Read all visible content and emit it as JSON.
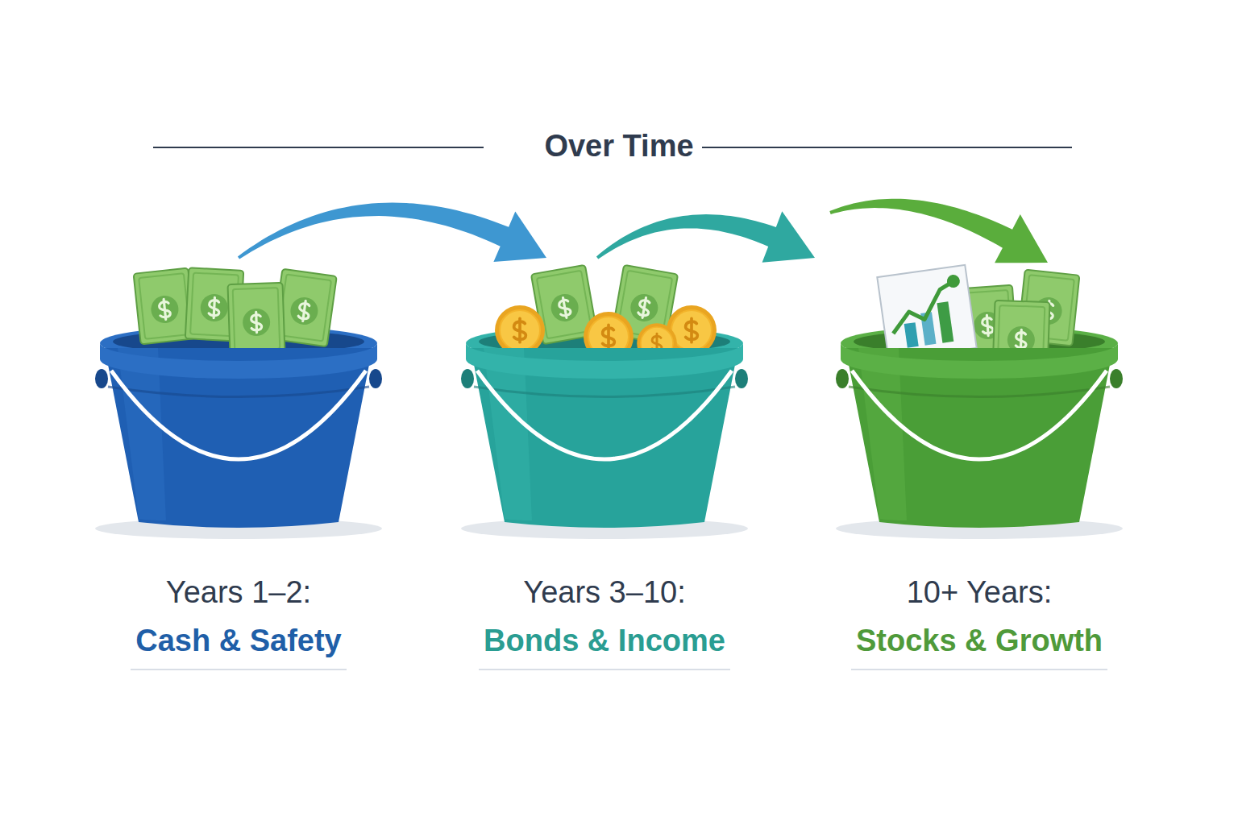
{
  "diagram": {
    "title": "Over Time",
    "nodes": [
      {
        "text": [
          "Years 1–2:",
          "Cash & Safety"
        ]
      },
      {
        "text": [
          "Years 3–10:",
          "Bonds & Income"
        ]
      },
      {
        "text": [
          "10+ Years:",
          "Stocks & Growth"
        ]
      }
    ],
    "edges": [
      {
        "from": 0,
        "to": 1,
        "arrow": "to"
      },
      {
        "from": 1,
        "to": 2,
        "arrow": "to"
      }
    ]
  }
}
